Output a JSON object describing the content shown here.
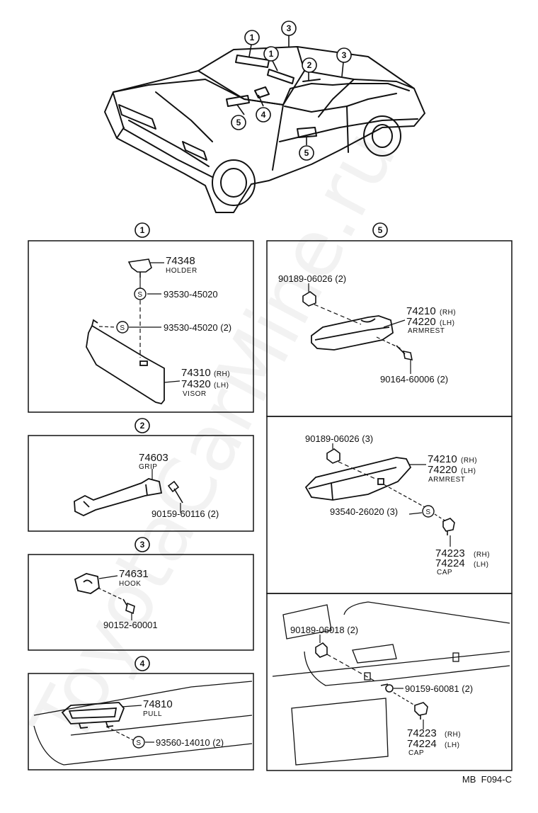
{
  "diagram": {
    "overview_callouts": [
      "1",
      "1",
      "3",
      "2",
      "3",
      "4",
      "5",
      "5"
    ],
    "section_numbers": [
      "1",
      "2",
      "3",
      "4",
      "5"
    ],
    "s1": {
      "holder_pn": "74348",
      "holder_label": "HOLDER",
      "screw1": "93530-45020",
      "screw2": "93530-45020 (2)",
      "visor_rh": "74310",
      "visor_rh_tag": "(RH)",
      "visor_lh": "74320",
      "visor_lh_tag": "(LH)",
      "visor_label": "VISOR"
    },
    "s2": {
      "grip_pn": "74603",
      "grip_label": "GRIP",
      "screw": "90159-60116 (2)"
    },
    "s3": {
      "hook_pn": "74631",
      "hook_label": "HOOK",
      "screw": "90152-60001"
    },
    "s4": {
      "pull_pn": "74810",
      "pull_label": "PULL",
      "screw": "93560-14010 (2)"
    },
    "s5a": {
      "clip": "90189-06026 (2)",
      "arm_rh": "74210",
      "arm_rh_tag": "(RH)",
      "arm_lh": "74220",
      "arm_lh_tag": "(LH)",
      "arm_label": "ARMREST",
      "screw": "90164-60006 (2)"
    },
    "s5b": {
      "clip": "90189-06026 (3)",
      "arm_rh": "74210",
      "arm_rh_tag": "(RH)",
      "arm_lh": "74220",
      "arm_lh_tag": "(LH)",
      "arm_label": "ARMREST",
      "screw": "93540-26020 (3)",
      "cap_rh": "74223",
      "cap_rh_tag": "(RH)",
      "cap_lh": "74224",
      "cap_lh_tag": "(LH)",
      "cap_label": "CAP"
    },
    "s5c": {
      "clip": "90189-06018 (2)",
      "screw": "90159-60081 (2)",
      "cap_rh": "74223",
      "cap_rh_tag": "(RH)",
      "cap_lh": "74224",
      "cap_lh_tag": "(LH)",
      "cap_label": "CAP"
    },
    "s_marker": "S",
    "footer_code": "MB  F094-C",
    "watermark": "ToyotaCarMine.ru"
  }
}
